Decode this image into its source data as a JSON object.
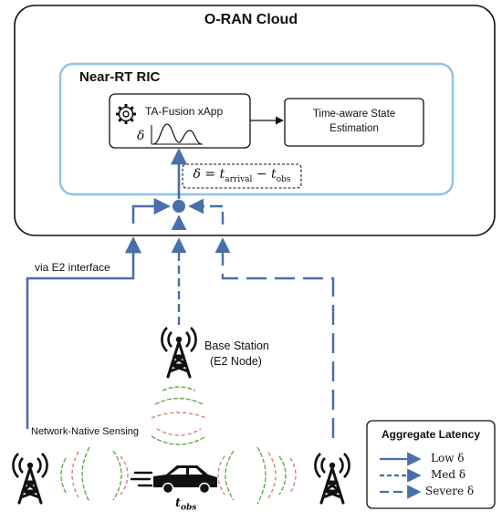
{
  "cloud": {
    "title": "O-RAN Cloud"
  },
  "ric": {
    "title": "Near-RT RIC"
  },
  "xapp": {
    "title": "TA-Fusion xApp",
    "delta_symbol": "δ"
  },
  "state_estimation": {
    "line1": "Time-aware State",
    "line2": "Estimation"
  },
  "formula": {
    "delta": "δ",
    "equals": "=",
    "t": "t",
    "arrival_sub": "arrival",
    "minus": "−",
    "obs_sub": "obs"
  },
  "e2_label": "via E2 interface",
  "base_station": {
    "line1": "Base Station",
    "line2": "(E2 Node)"
  },
  "sensing_label": "Network-Native Sensing",
  "vehicle": {
    "t": "t",
    "sub": "obs"
  },
  "legend": {
    "title": "Aggregate Latency",
    "items": [
      {
        "label": "Low δ",
        "style": "solid"
      },
      {
        "label": "Med δ",
        "style": "dotted"
      },
      {
        "label": "Severe δ",
        "style": "dashed"
      }
    ]
  },
  "colors": {
    "blue": "#4a6fa8",
    "light_blue": "#8fc3ea",
    "green_wave": "#6aa84f",
    "red_wave": "#e07a7a",
    "black": "#111111"
  }
}
